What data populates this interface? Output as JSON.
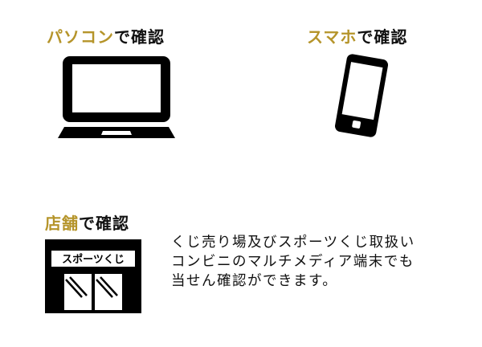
{
  "colors": {
    "accent": "#b5942a",
    "text": "#111111",
    "icon": "#000000",
    "background": "#ffffff"
  },
  "sections": {
    "pc": {
      "heading_accent": "パソコン",
      "heading_rest": "で確認",
      "icon": "laptop-icon"
    },
    "smartphone": {
      "heading_accent": "スマホ",
      "heading_rest": "で確認",
      "icon": "smartphone-icon"
    },
    "store": {
      "heading_accent": "店舗",
      "heading_rest": "で確認",
      "icon": "store-icon",
      "sign_text": "スポーツくじ",
      "description_lines": [
        "くじ売り場及びスポーツくじ取扱い",
        "コンビニのマルチメディア端末でも",
        "当せん確認ができます。"
      ]
    }
  }
}
